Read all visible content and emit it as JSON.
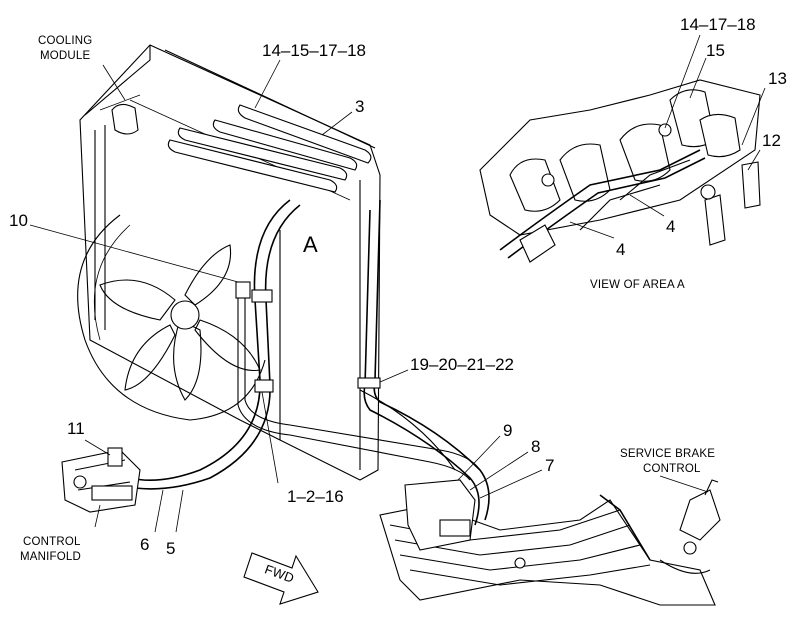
{
  "labels": {
    "cooling_module_1": "COOLING",
    "cooling_module_2": "MODULE",
    "callout_14_15_17_18": "14–15–17–18",
    "callout_3": "3",
    "callout_10": "10",
    "area_a": "A",
    "callout_19_20_21_22": "19–20–21–22",
    "callout_11": "11",
    "control_manifold_1": "CONTROL",
    "control_manifold_2": "MANIFOLD",
    "callout_6": "6",
    "callout_5": "5",
    "callout_1_2_16": "1–2–16",
    "fwd": "FWD",
    "callout_9": "9",
    "callout_8": "8",
    "callout_7": "7",
    "service_brake_1": "SERVICE BRAKE",
    "service_brake_2": "CONTROL",
    "inset_14_17_18": "14–17–18",
    "inset_15": "15",
    "inset_13": "13",
    "inset_12": "12",
    "inset_4a": "4",
    "inset_4b": "4",
    "view_of_area_a": "VIEW OF AREA  A"
  }
}
